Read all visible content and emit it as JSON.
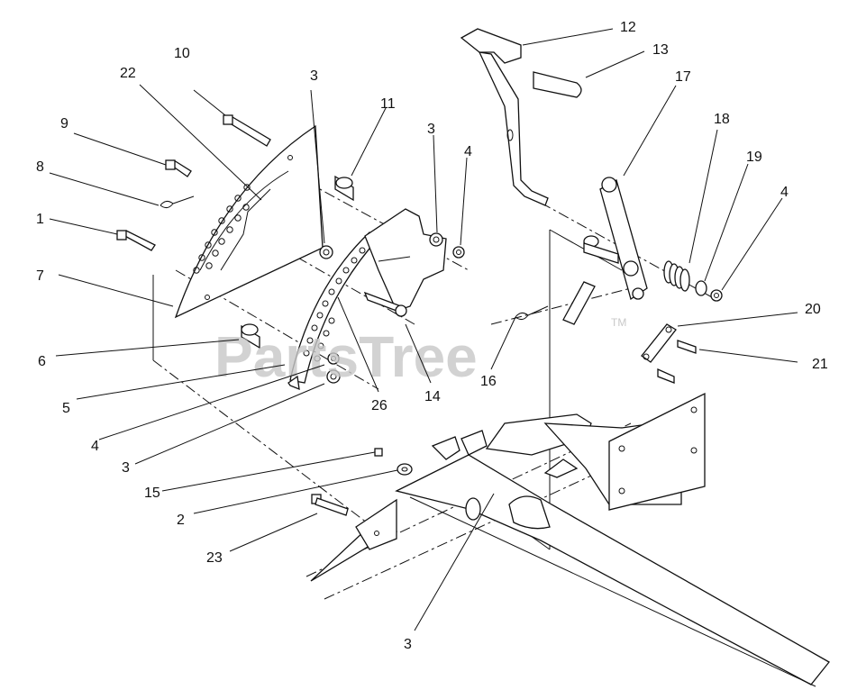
{
  "watermark": {
    "text": "PartsTree",
    "trademark": "TM"
  },
  "callouts": [
    "1",
    "2",
    "3",
    "4",
    "5",
    "6",
    "7",
    "8",
    "9",
    "10",
    "11",
    "12",
    "13",
    "14",
    "15",
    "16",
    "17",
    "18",
    "19",
    "20",
    "21",
    "22",
    "23",
    "26"
  ]
}
